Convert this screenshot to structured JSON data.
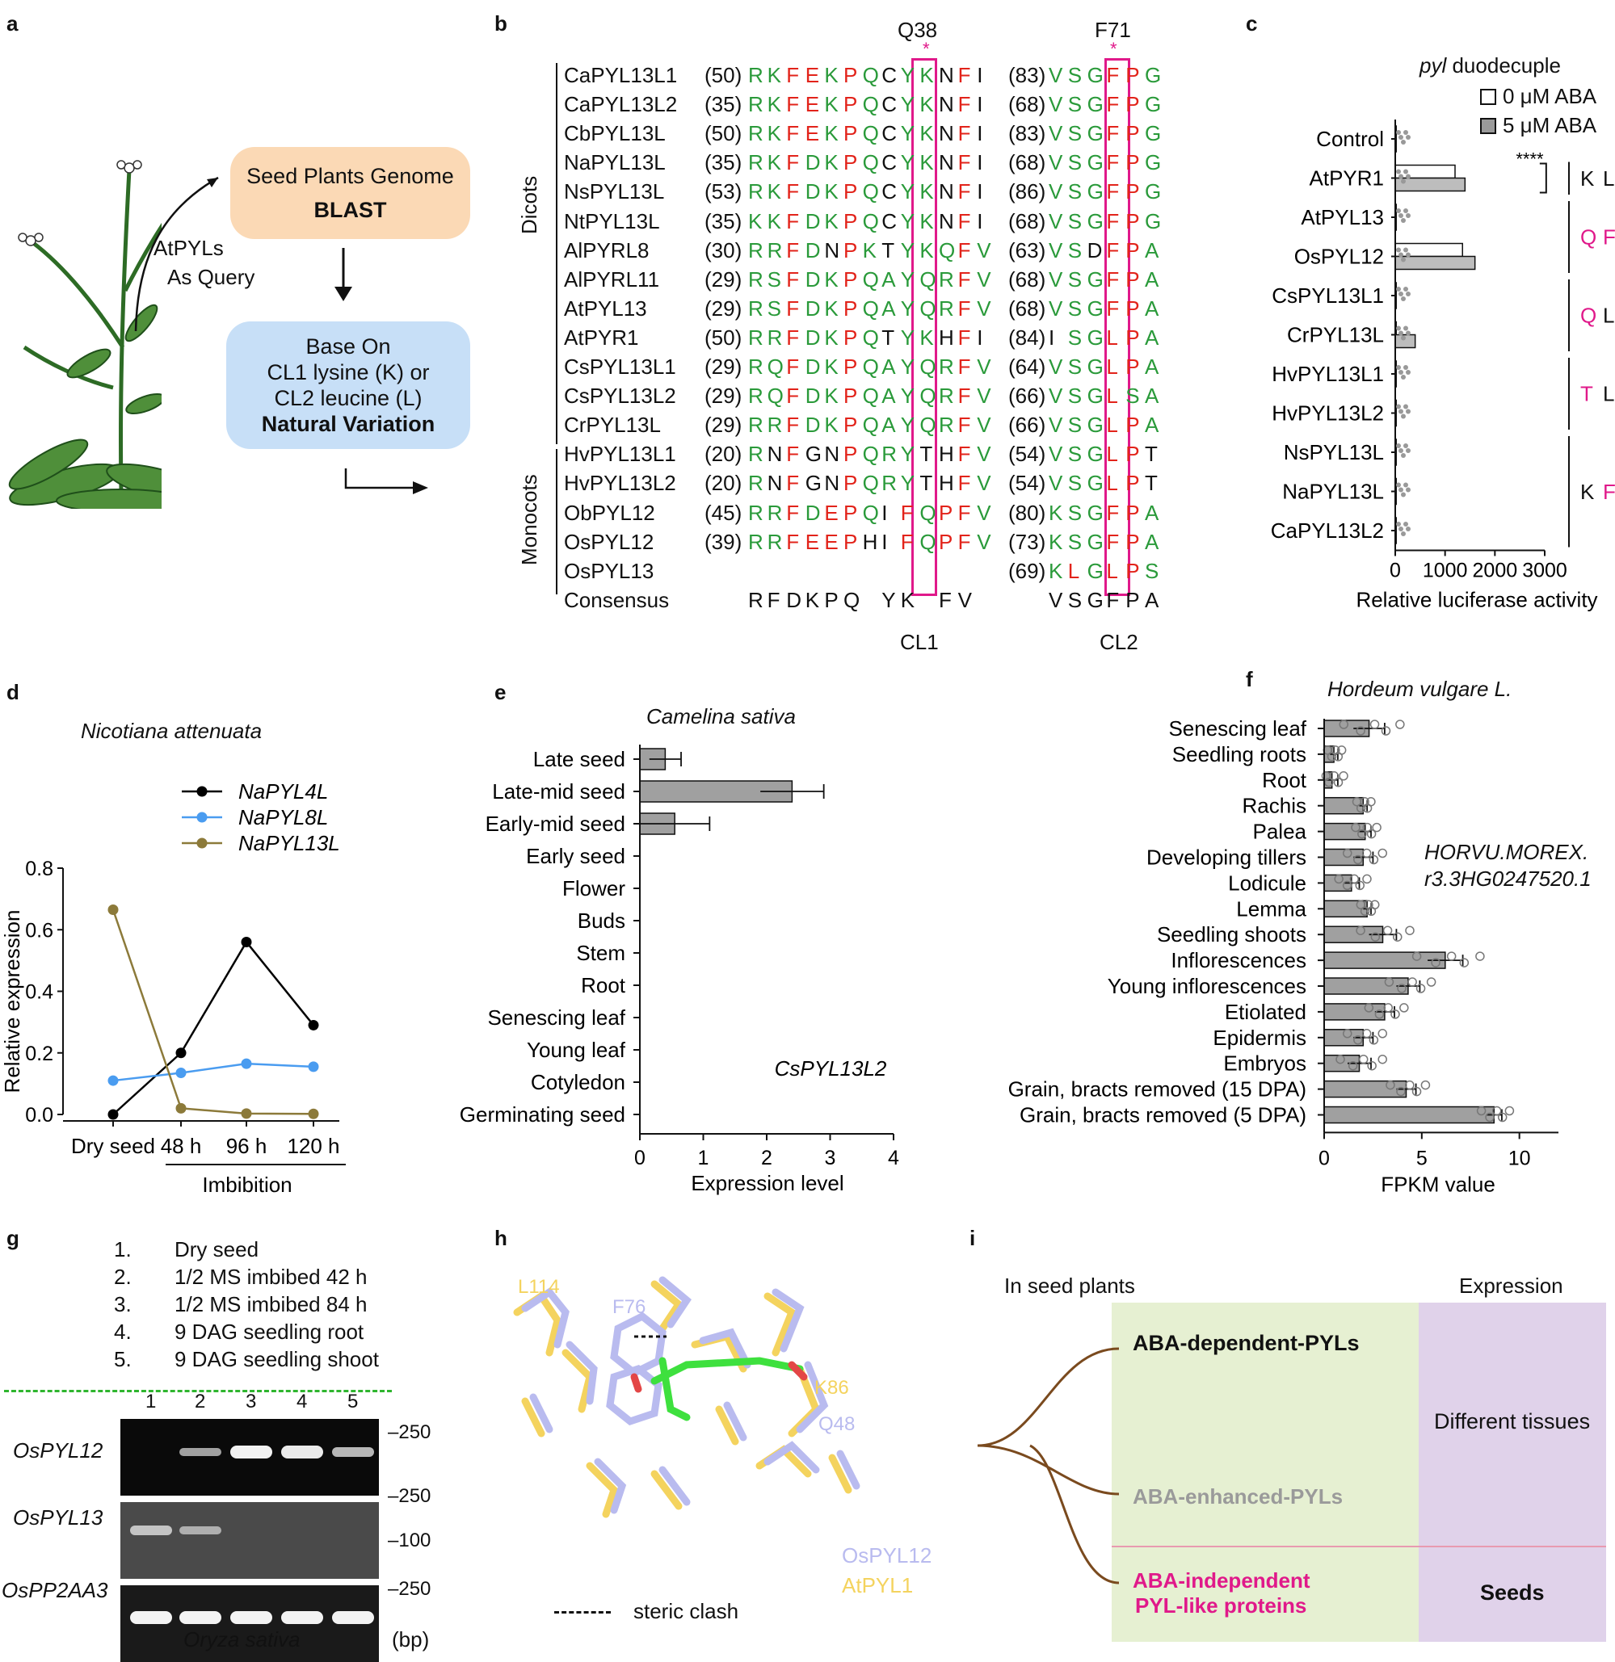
{
  "panels": {
    "a": {
      "label": "a",
      "arrow_label": [
        "AtPYLs",
        "As Query"
      ],
      "box1": {
        "line1": "Seed Plants Genome",
        "line2": "BLAST",
        "color": "#fbd9b5"
      },
      "box2": {
        "line1": "Base On",
        "line2": "CL1 lysine (K) or",
        "line3": "CL2 leucine (L)",
        "line4": "Natural Variation",
        "color": "#c7dff7"
      }
    },
    "b": {
      "label": "b",
      "q38": "Q38",
      "f71": "F71",
      "star": "*",
      "group_dicots": "Dicots",
      "group_monocots": "Monocots",
      "cl1": "CL1",
      "cl2": "CL2",
      "rows": [
        {
          "name": "CaPYL13L1",
          "pos1": "(50)",
          "s1": "RKFEKPQCYKNFI",
          "pos2": "(83)",
          "s2": "VSGFPG"
        },
        {
          "name": "CaPYL13L2",
          "pos1": "(35)",
          "s1": "RKFEKPQCYKNFI",
          "pos2": "(68)",
          "s2": "VSGFPG"
        },
        {
          "name": "CbPYL13L",
          "pos1": "(50)",
          "s1": "RKFEKPQCYKNFI",
          "pos2": "(83)",
          "s2": "VSGFPG"
        },
        {
          "name": "NaPYL13L",
          "pos1": "(35)",
          "s1": "RKFDKPQCYKNFI",
          "pos2": "(68)",
          "s2": "VSGFPG"
        },
        {
          "name": "NsPYL13L",
          "pos1": "(53)",
          "s1": "RKFDKPQCYKNFI",
          "pos2": "(86)",
          "s2": "VSGFPG"
        },
        {
          "name": "NtPYL13L",
          "pos1": "(35)",
          "s1": "KKFDKPQCYKNFI",
          "pos2": "(68)",
          "s2": "VSGFPG"
        },
        {
          "name": "AlPYRL8",
          "pos1": "(30)",
          "s1": "RRFDNPKTYKQFV",
          "pos2": "(63)",
          "s2": "VSDFPA"
        },
        {
          "name": "AlPYRL11",
          "pos1": "(29)",
          "s1": "RSFDKPQAYQRFV",
          "pos2": "(68)",
          "s2": "VSGFPA"
        },
        {
          "name": "AtPYL13",
          "pos1": "(29)",
          "s1": "RSFDKPQAYQRFV",
          "pos2": "(68)",
          "s2": "VSGFPA"
        },
        {
          "name": "AtPYR1",
          "pos1": "(50)",
          "s1": "RRFDKPQTYKHFI",
          "pos2": "(84)",
          "s2": "ISGLPA"
        },
        {
          "name": "CsPYL13L1",
          "pos1": "(29)",
          "s1": "RQFDKPQAYQRFV",
          "pos2": "(64)",
          "s2": "VSGLPA"
        },
        {
          "name": "CsPYL13L2",
          "pos1": "(29)",
          "s1": "RQFDKPQAYQRFV",
          "pos2": "(66)",
          "s2": "VSGLSA"
        },
        {
          "name": "CrPYL13L",
          "pos1": "(29)",
          "s1": "RRFDKPQAYQRFV",
          "pos2": "(66)",
          "s2": "VSGLPA"
        },
        {
          "name": "HvPYL13L1",
          "pos1": "(20)",
          "s1": "RNFGNPQRYTHFV",
          "pos2": "(54)",
          "s2": "VSGLPT"
        },
        {
          "name": "HvPYL13L2",
          "pos1": "(20)",
          "s1": "RNFGNPQRYTHFV",
          "pos2": "(54)",
          "s2": "VSGLPT"
        },
        {
          "name": "ObPYL12",
          "pos1": "(45)",
          "s1": "RRFDEPQIFQPFV",
          "pos2": "(80)",
          "s2": "KSGFPA"
        },
        {
          "name": "OsPYL12",
          "pos1": "(39)",
          "s1": "RRFEEPHIFQPFV",
          "pos2": "(73)",
          "s2": "KSGFPA"
        },
        {
          "name": "OsPYL13",
          "pos1": "",
          "s1": "",
          "pos2": "(69)",
          "s2": "KLGLPS"
        }
      ],
      "consensus": {
        "name": "Consensus",
        "s1": "RFDKPQ YK FV",
        "s2": "VSGFPA"
      }
    },
    "c": {
      "label": "c",
      "title_ital": "pyl",
      "title_rest": " duodecuple",
      "legend": [
        "0 μM ABA",
        "5 μM ABA"
      ],
      "sig": "****",
      "xlabel": "Relative luciferase activity",
      "ticks": [
        "0",
        "1000",
        "2000",
        "3000"
      ],
      "groups": [
        {
          "letters": [
            {
              "t": "K",
              "c": "#111"
            },
            {
              "t": "L",
              "c": "#111"
            }
          ]
        },
        {
          "letters": [
            {
              "t": "Q",
              "c": "#e0198a"
            },
            {
              "t": "F",
              "c": "#e0198a"
            }
          ]
        },
        {
          "letters": [
            {
              "t": "Q",
              "c": "#e0198a"
            },
            {
              "t": "L",
              "c": "#111"
            }
          ]
        },
        {
          "letters": [
            {
              "t": "T",
              "c": "#e0198a"
            },
            {
              "t": "L",
              "c": "#111"
            }
          ]
        },
        {
          "letters": [
            {
              "t": "K",
              "c": "#111"
            },
            {
              "t": "F",
              "c": "#e0198a"
            }
          ]
        }
      ]
    },
    "d": {
      "label": "d",
      "species": "Nicotiana attenuata",
      "ylabel": "Relative expression",
      "xlabel": "Imbibition",
      "xticks": [
        "Dry seed",
        "48 h",
        "96 h",
        "120 h"
      ],
      "yticks": [
        "0.0",
        "0.2",
        "0.4",
        "0.6",
        "0.8"
      ]
    },
    "e": {
      "label": "e",
      "species": "Camelina sativa",
      "gene": "CsPYL13L2",
      "xlabel": "Expression level",
      "xticks": [
        "0",
        "1",
        "2",
        "3",
        "4"
      ]
    },
    "f": {
      "label": "f",
      "species": "Hordeum vulgare L.",
      "gene_line1": "HORVU.MOREX.",
      "gene_line2": "r3.3HG0247520.1",
      "xlabel": "FPKM value",
      "xticks": [
        "0",
        "5",
        "10"
      ]
    },
    "g": {
      "label": "g",
      "lanes_legend": [
        {
          "n": "1.",
          "t": "Dry seed"
        },
        {
          "n": "2.",
          "t": "1/2 MS imbibed 42 h"
        },
        {
          "n": "3.",
          "t": "1/2 MS imbibed 84 h"
        },
        {
          "n": "4.",
          "t": "9 DAG seedling root"
        },
        {
          "n": "5.",
          "t": "9 DAG seedling shoot"
        }
      ],
      "lane_numbers": [
        "1",
        "2",
        "3",
        "4",
        "5"
      ],
      "gels": [
        "OsPYL12",
        "OsPYL13",
        "OsPP2AA3"
      ],
      "markers": [
        "250",
        "250",
        "100",
        "250"
      ],
      "species": "Oryza sativa",
      "unit": "(bp)"
    },
    "h": {
      "label": "h",
      "res": [
        "L114",
        "F76",
        "K86",
        "Q48"
      ],
      "legend": [
        "OsPYL12",
        "AtPYL1"
      ],
      "clash": "steric clash",
      "colors": {
        "os": "#b9bbef",
        "at": "#f4d35e",
        "lig": "#3ee03e"
      }
    },
    "i": {
      "label": "i",
      "header_left": "In seed plants",
      "header_right": "Expression",
      "dep": "ABA-dependent-PYLs",
      "enh": "ABA-enhanced-PYLs",
      "indep1": "ABA-independent",
      "indep2": "PYL-like proteins",
      "tissues": "Different tissues",
      "seeds": "Seeds",
      "colors": {
        "green": "#e6f0d2",
        "purple": "#e0d2ea",
        "brown": "#7a4a1e",
        "pink": "#e0198a"
      }
    }
  },
  "chart_data": [
    {
      "type": "bar",
      "panel": "c",
      "categories": [
        "Control",
        "AtPYR1",
        "AtPYL13",
        "OsPYL12",
        "CsPYL13L1",
        "CrPYL13L",
        "HvPYL13L1",
        "HvPYL13L2",
        "NsPYL13L",
        "NaPYL13L",
        "CaPYL13L2"
      ],
      "series": [
        {
          "name": "0 μM ABA",
          "values": [
            20,
            1200,
            20,
            1350,
            20,
            20,
            20,
            20,
            20,
            20,
            20
          ]
        },
        {
          "name": "5 μM ABA",
          "values": [
            20,
            1400,
            20,
            1600,
            20,
            400,
            20,
            20,
            20,
            20,
            20
          ]
        }
      ],
      "xlim": [
        0,
        3000
      ],
      "xlabel": "Relative luciferase activity"
    },
    {
      "type": "line",
      "panel": "d",
      "x": [
        "Dry seed",
        "48 h",
        "96 h",
        "120 h"
      ],
      "series": [
        {
          "name": "NaPYL4L",
          "values": [
            0.0,
            0.2,
            0.56,
            0.29
          ],
          "color": "#000000"
        },
        {
          "name": "NaPYL8L",
          "values": [
            0.11,
            0.135,
            0.165,
            0.155
          ],
          "color": "#4a9cf0"
        },
        {
          "name": "NaPYL13L",
          "values": [
            0.665,
            0.02,
            0.003,
            0.002
          ],
          "color": "#8c7a3a"
        }
      ],
      "ylim": [
        0,
        0.8
      ],
      "ylabel": "Relative expression",
      "xlabel": "Imbibition"
    },
    {
      "type": "bar",
      "panel": "e",
      "categories": [
        "Late seed",
        "Late-mid seed",
        "Early-mid seed",
        "Early seed",
        "Flower",
        "Buds",
        "Stem",
        "Root",
        "Senescing leaf",
        "Young leaf",
        "Cotyledon",
        "Germinating seed"
      ],
      "values": [
        0.4,
        2.4,
        0.55,
        0,
        0,
        0,
        0,
        0,
        0,
        0,
        0,
        0
      ],
      "errors": [
        0.25,
        0.5,
        0.55,
        0,
        0,
        0,
        0,
        0,
        0,
        0,
        0,
        0
      ],
      "xlim": [
        0,
        4
      ],
      "xlabel": "Expression level"
    },
    {
      "type": "bar",
      "panel": "f",
      "categories": [
        "Senescing leaf",
        "Seedling roots",
        "Root",
        "Rachis",
        "Palea",
        "Developing tillers",
        "Lodicule",
        "Lemma",
        "Seedling shoots",
        "Inflorescences",
        "Young inflorescences",
        "Etiolated",
        "Epidermis",
        "Embryos",
        "Grain, bracts removed (15 DPA)",
        "Grain, bracts removed (5 DPA)"
      ],
      "values": [
        2.3,
        0.5,
        0.4,
        2.0,
        2.1,
        2.0,
        1.4,
        2.2,
        3.0,
        6.2,
        4.3,
        3.1,
        2.0,
        1.8,
        4.2,
        8.7
      ],
      "errors": [
        0.8,
        0.2,
        0.3,
        0.2,
        0.3,
        0.5,
        0.4,
        0.2,
        0.7,
        0.9,
        0.6,
        0.5,
        0.5,
        0.6,
        0.5,
        0.4
      ],
      "xlim": [
        0,
        12
      ],
      "xlabel": "FPKM value"
    }
  ]
}
